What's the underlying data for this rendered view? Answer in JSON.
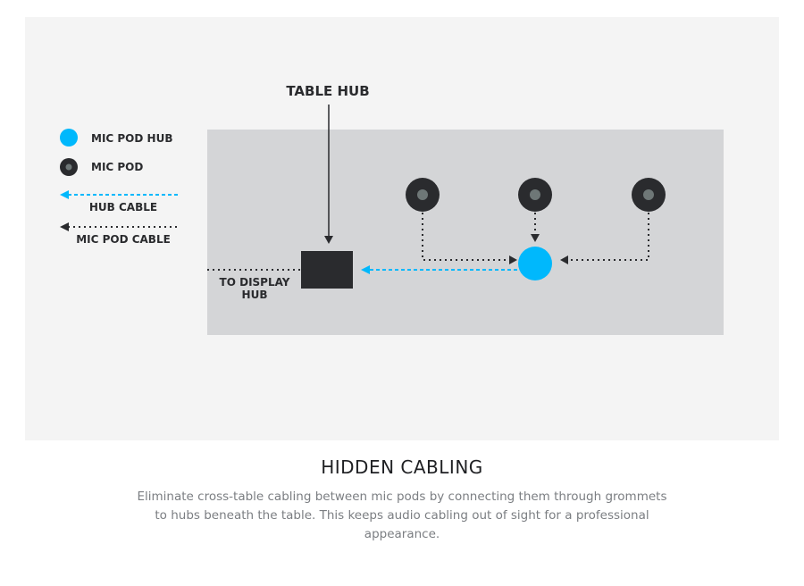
{
  "diagram": {
    "table_hub_label": "TABLE HUB",
    "display_hub_label_1": "TO DISPLAY",
    "display_hub_label_2": "HUB",
    "legend": {
      "mic_pod_hub": "MIC POD HUB",
      "mic_pod": "MIC POD",
      "hub_cable": "HUB CABLE",
      "mic_pod_cable": "MIC POD CABLE"
    },
    "colors": {
      "hub": "#00b8fc",
      "pod": "#2a2b2e",
      "table": "#d4d5d7",
      "panel": "#f4f4f4"
    }
  },
  "section": {
    "title": "HIDDEN CABLING",
    "description": "Eliminate cross-table cabling between mic pods by connecting them through grommets to hubs beneath the table. This keeps audio cabling out of sight for a professional appearance."
  }
}
